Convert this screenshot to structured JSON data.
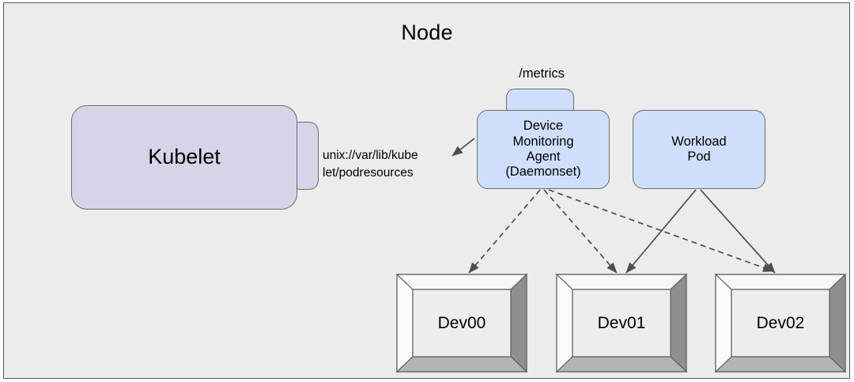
{
  "diagram": {
    "title": "Node",
    "background_color": "#ececec",
    "border_color": "#57585a"
  },
  "nodes": {
    "kubelet": {
      "label": "Kubelet",
      "fill": "#d9d2e9",
      "stroke": "#6c6c6c"
    },
    "kubelet_socket": {
      "name": "podresources-socket-port",
      "fill": "#d9d2e9"
    },
    "device_monitoring_agent": {
      "label": "Device\nMonitoring\nAgent\n(Daemonset)",
      "fill": "#cfdffb",
      "stroke": "#6c6c6c"
    },
    "metrics_port": {
      "label": "/metrics",
      "fill": "#cfdffb"
    },
    "workload_pod": {
      "label": "Workload\nPod",
      "fill": "#cfdffb",
      "stroke": "#6c6c6c"
    }
  },
  "edges": {
    "podresources": {
      "label": "unix://var/lib/kube\nlet/podresources",
      "style": "solid-arrow",
      "from": "device-monitoring-agent",
      "to": "kubelet-socket"
    },
    "monitoring": {
      "style": "dashed-arrow",
      "from": "device-monitoring-agent",
      "to": [
        "Dev00",
        "Dev01",
        "Dev02"
      ]
    },
    "allocation": {
      "style": "solid-arrow",
      "from": "workload-pod",
      "to": [
        "Dev01",
        "Dev02"
      ]
    }
  },
  "devices": [
    {
      "label": "Dev00"
    },
    {
      "label": "Dev01"
    },
    {
      "label": "Dev02"
    }
  ],
  "colors": {
    "device_face": "#ededed",
    "device_top": "#f4f4f4",
    "device_right": "#8f8f8f",
    "device_bottom": "#b0b0b0",
    "device_left": "#fbfbfb",
    "arrow": "#4d4d4d"
  }
}
